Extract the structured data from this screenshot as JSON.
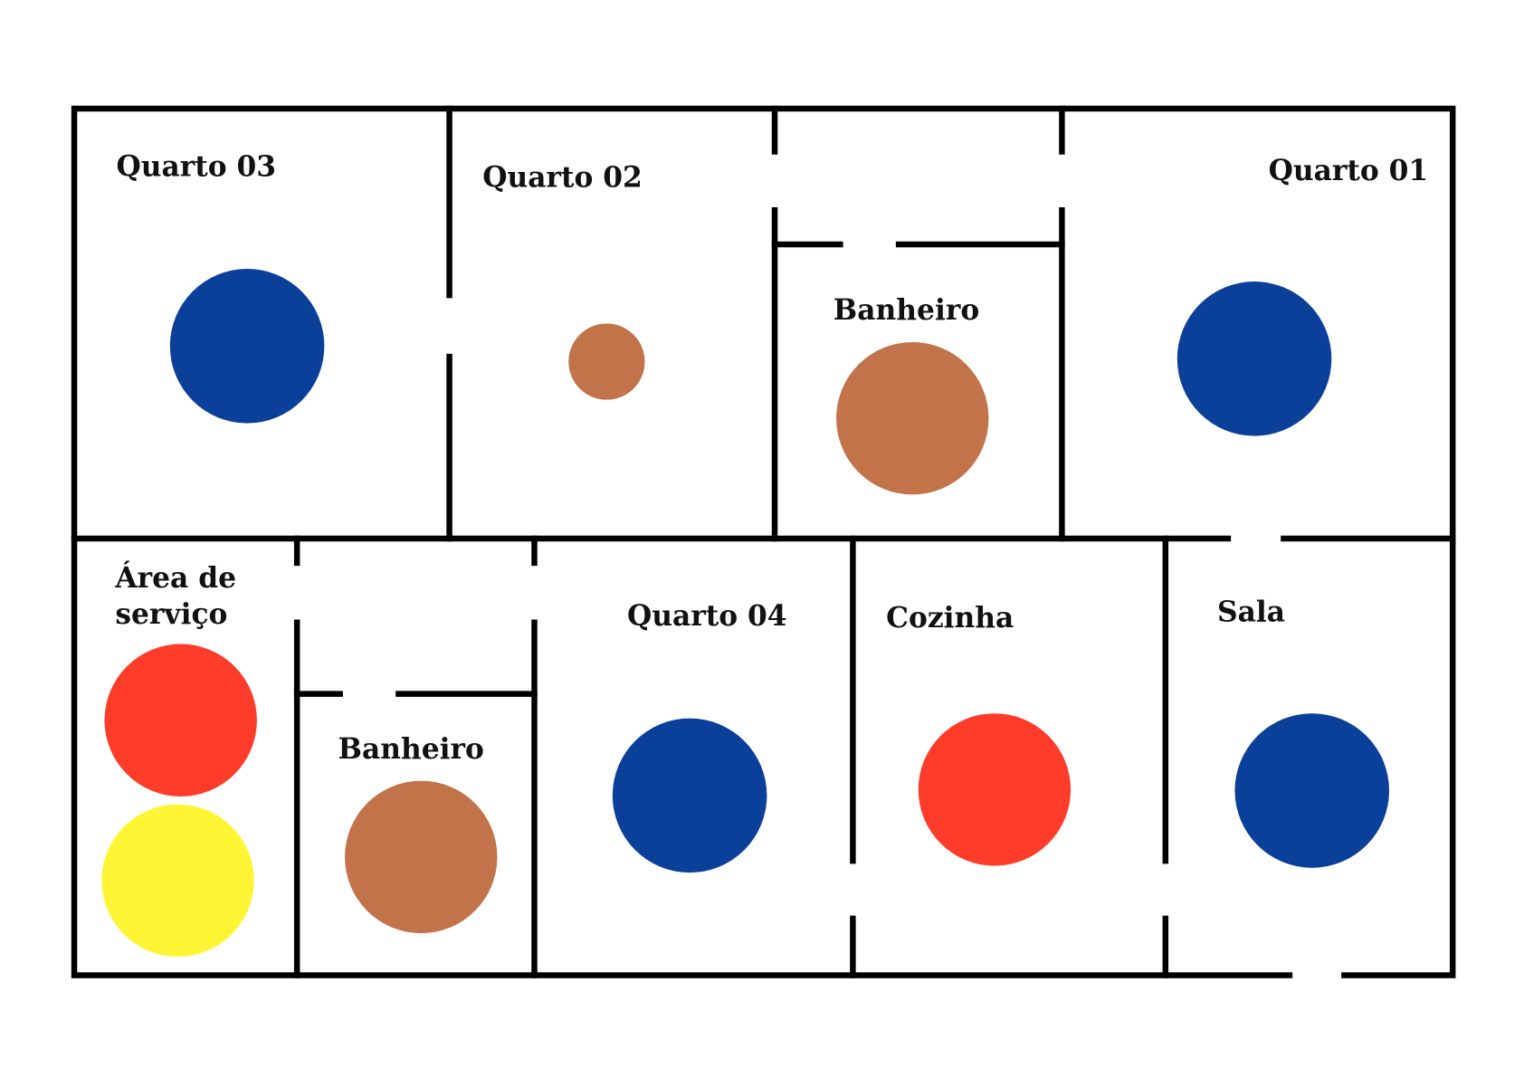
{
  "colors": {
    "blue": "#0a3f9a",
    "brown": "#c2734a",
    "red": "#ff3b2a",
    "yellow": "#fff535",
    "wall": "#000000"
  },
  "rooms": [
    {
      "label": "Quarto 03",
      "circles": [
        {
          "color": "blue",
          "size": "large"
        }
      ]
    },
    {
      "label": "Quarto 02",
      "circles": [
        {
          "color": "brown",
          "size": "small"
        }
      ]
    },
    {
      "label": "Banheiro",
      "circles": [
        {
          "color": "brown",
          "size": "large"
        }
      ]
    },
    {
      "label": "Quarto 01",
      "circles": [
        {
          "color": "blue",
          "size": "large"
        }
      ]
    },
    {
      "label_lines": [
        "Área de",
        "serviço"
      ],
      "circles": [
        {
          "color": "red",
          "size": "large"
        },
        {
          "color": "yellow",
          "size": "large"
        }
      ]
    },
    {
      "label": "Banheiro",
      "circles": [
        {
          "color": "brown",
          "size": "large"
        }
      ]
    },
    {
      "label": "Quarto 04",
      "circles": [
        {
          "color": "blue",
          "size": "large"
        }
      ]
    },
    {
      "label": "Cozinha",
      "circles": [
        {
          "color": "red",
          "size": "large"
        }
      ]
    },
    {
      "label": "Sala",
      "circles": [
        {
          "color": "blue",
          "size": "large"
        }
      ]
    }
  ]
}
